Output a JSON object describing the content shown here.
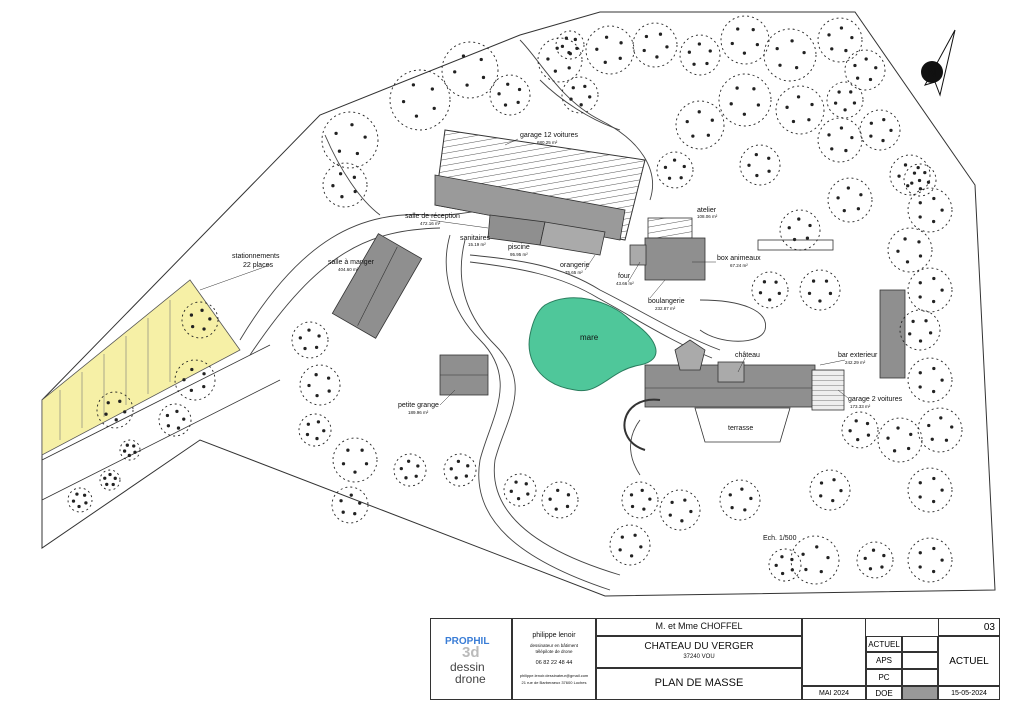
{
  "plan": {
    "labels": {
      "garage12": "garage 12 voitures",
      "garage12_area": "680.25 m²",
      "reception": "salle de réception",
      "reception_area": "472.16 m²",
      "sanitaires": "sanitaires",
      "sanitaires_area": "15.19 m²",
      "piscine": "piscine",
      "piscine_area": "95.95 m²",
      "orangerie": "orangerie",
      "orangerie_area": "75.65 m²",
      "atelier": "atelier",
      "atelier_area": "108.06 m²",
      "box": "box animeaux",
      "box_area": "67.24 m²",
      "four": "four",
      "four_area": "43.66 m²",
      "boulangerie": "boulangerie",
      "boulangerie_area": "232.87 m²",
      "salle_manger": "salle à manger",
      "salle_manger_area": "404.60 m²",
      "stationnements": "stationnements",
      "places": "22 places",
      "mare": "mare",
      "chateau": "château",
      "bar": "bar exterieur",
      "bar_area": "242.29 m²",
      "garage2": "garage 2 voitures",
      "garage2_area": "173.33 m²",
      "terrasse": "terrasse",
      "petite_grange": "petite grange",
      "petite_grange_area": "189.96 m²",
      "echelle": "Ech. 1/500",
      "north": "N"
    },
    "colors": {
      "building": "#8f8f8f",
      "parking": "#f6f0a6",
      "mare": "#4fc79a",
      "tree": "#222222"
    }
  },
  "titleblock": {
    "logo_top": "PROPHIL",
    "logo_3d": "3d",
    "logo_line1": "dessin",
    "logo_line2": "drone",
    "author": "philippe lenoir",
    "author_desc1": "dessinateur en bâtiment",
    "author_desc2": "télépilote de drone",
    "phone": "06 82 22 48 44",
    "email": "philippe.lenoir.dessinateur@gmail.com",
    "address": "21 rue de Barberaeux 37600 Loches",
    "client": "M. et Mme CHOFFEL",
    "project": "CHATEAU DU VERGER",
    "city": "37240 VOU",
    "drawing": "PLAN DE MASSE",
    "sheet": "03",
    "phase1": "ACTUEL",
    "phase2": "APS",
    "phase3": "PC",
    "phase4": "DOE",
    "current_phase": "ACTUEL",
    "date_short": "MAI 2024",
    "date_full": "15-05-2024"
  }
}
